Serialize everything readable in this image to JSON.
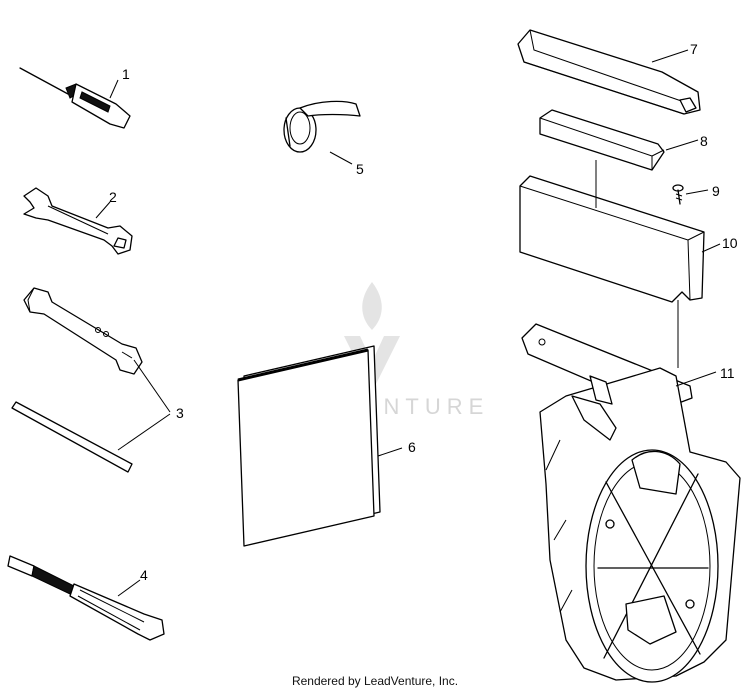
{
  "diagram": {
    "callouts": {
      "c1": "1",
      "c2": "2",
      "c3": "3",
      "c4": "4",
      "c5": "5",
      "c6": "6",
      "c7": "7",
      "c8": "8",
      "c9": "9",
      "c10": "10",
      "c11": "11"
    },
    "watermark": "LEADVENTURE",
    "footer": "Rendered by LeadVenture, Inc."
  }
}
